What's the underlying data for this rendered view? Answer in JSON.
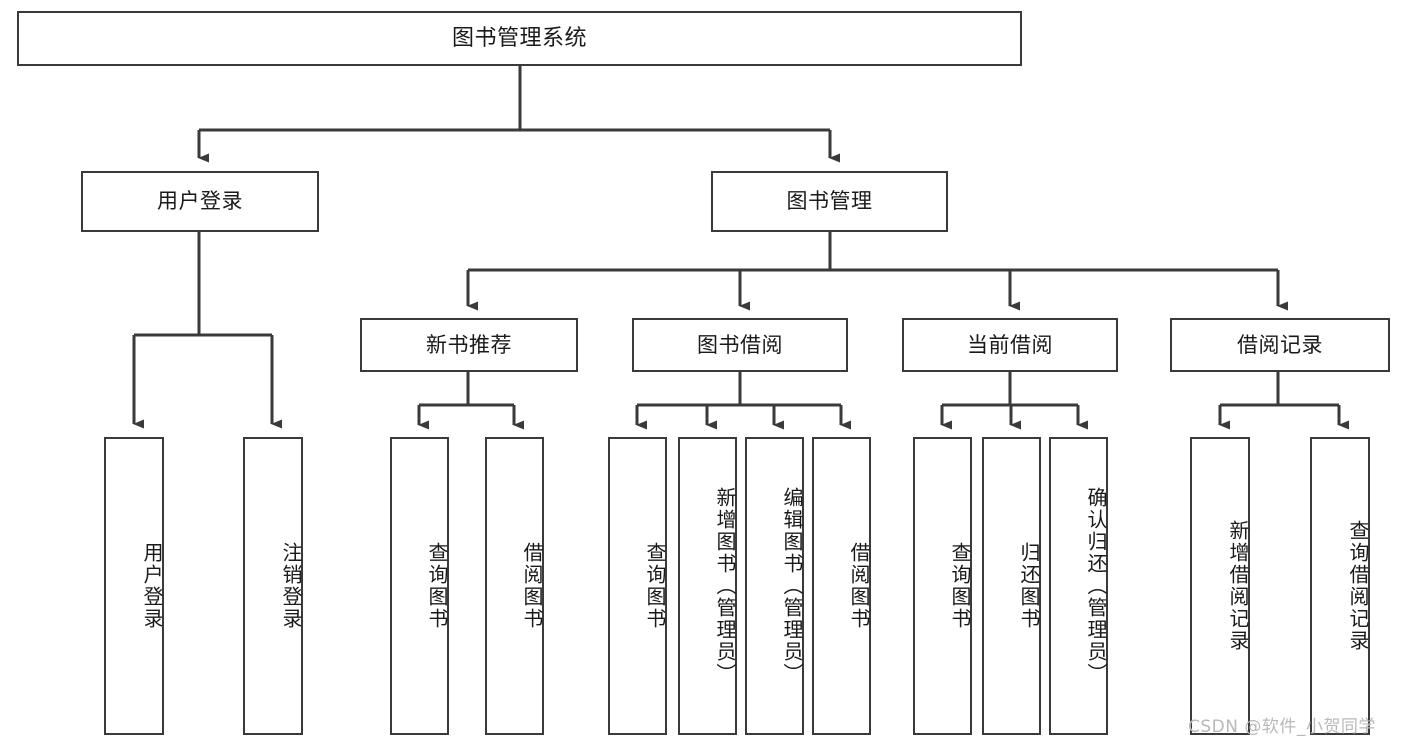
{
  "diagram": {
    "type": "tree",
    "title": "图书管理系统",
    "orientation": "top-down",
    "background_color": "#ffffff",
    "line_color": "#3a3a3a",
    "text_color": "#1a1a1a"
  },
  "nodes": {
    "root": {
      "label": "图书管理系统",
      "level": 1
    },
    "level2": [
      {
        "id": "user-login",
        "label": "用户登录"
      },
      {
        "id": "book-manage",
        "label": "图书管理"
      }
    ],
    "level3": [
      {
        "id": "new-book-recommend",
        "label": "新书推荐"
      },
      {
        "id": "book-borrow",
        "label": "图书借阅"
      },
      {
        "id": "current-borrow",
        "label": "当前借阅"
      },
      {
        "id": "borrow-record",
        "label": "借阅记录"
      }
    ],
    "leaves": {
      "user-login": [
        {
          "id": "leaf-user-login",
          "label": "用户登录"
        },
        {
          "id": "leaf-user-logout",
          "label": "注销登录"
        }
      ],
      "new-book-recommend": [
        {
          "id": "leaf-query-book-1",
          "label": "查询图书"
        },
        {
          "id": "leaf-borrow-book-1",
          "label": "借阅图书"
        }
      ],
      "book-borrow": [
        {
          "id": "leaf-query-book-2",
          "label": "查询图书"
        },
        {
          "id": "leaf-add-book",
          "label": "新增图书（管理员）"
        },
        {
          "id": "leaf-edit-book",
          "label": "编辑图书（管理员）"
        },
        {
          "id": "leaf-borrow-book-2",
          "label": "借阅图书"
        }
      ],
      "current-borrow": [
        {
          "id": "leaf-query-book-3",
          "label": "查询图书"
        },
        {
          "id": "leaf-return-book",
          "label": "归还图书"
        },
        {
          "id": "leaf-confirm-return",
          "label": "确认归还（管理员）"
        }
      ],
      "borrow-record": [
        {
          "id": "leaf-add-record",
          "label": "新增借阅记录"
        },
        {
          "id": "leaf-query-record",
          "label": "查询借阅记录"
        }
      ]
    }
  },
  "watermark": {
    "text": "CSDN @软件_小贺同学"
  }
}
